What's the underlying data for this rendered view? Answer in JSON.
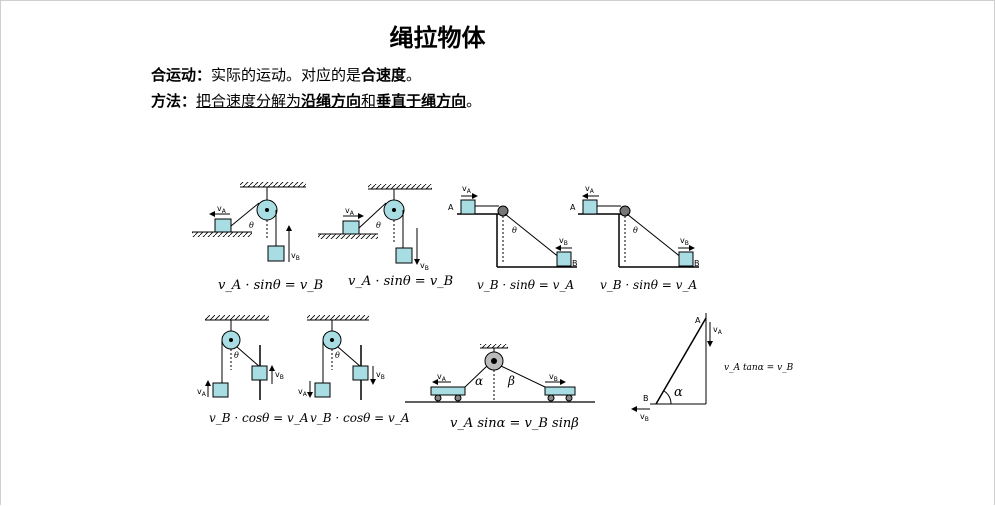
{
  "document": {
    "title": "绳拉物体",
    "line1": {
      "label": "合运动：",
      "text1": "实际的运动。对应的是",
      "bold": "合速度",
      "end": "。"
    },
    "line2": {
      "label": "方法：",
      "text1": "把合速度分解为",
      "bold1": "沿绳方向",
      "text2": "和",
      "bold2": "垂直于绳方向",
      "end": "。"
    }
  },
  "diagrams": {
    "d1": {
      "va": "v",
      "va_sub": "A",
      "vb": "v",
      "vb_sub": "B",
      "theta": "θ",
      "equation": "v_A · sinθ = v_B"
    },
    "d2": {
      "va": "v",
      "va_sub": "A",
      "vb": "v",
      "vb_sub": "B",
      "theta": "θ",
      "equation": "v_A · sinθ = v_B"
    },
    "d3": {
      "a": "A",
      "b": "B",
      "va": "v",
      "va_sub": "A",
      "vb": "v",
      "vb_sub": "B",
      "theta": "θ",
      "equation": "v_B · sinθ = v_A"
    },
    "d4": {
      "a": "A",
      "b": "B",
      "va": "v",
      "va_sub": "A",
      "vb": "v",
      "vb_sub": "B",
      "theta": "θ",
      "equation": "v_B · sinθ = v_A"
    },
    "d5": {
      "va": "v",
      "va_sub": "A",
      "vb": "v",
      "vb_sub": "B",
      "theta": "θ",
      "equation": "v_B · cosθ = v_A"
    },
    "d6": {
      "va": "v",
      "va_sub": "A",
      "vb": "v",
      "vb_sub": "B",
      "theta": "θ",
      "equation": "v_B · cosθ = v_A"
    },
    "d7": {
      "va": "v",
      "va_sub": "A",
      "vb": "v",
      "vb_sub": "B",
      "alpha": "α",
      "beta": "β",
      "equation": "v_A sinα = v_B sinβ"
    },
    "d8": {
      "a": "A",
      "b": "B",
      "va": "v",
      "va_sub": "A",
      "vb": "v",
      "vb_sub": "B",
      "alpha": "α",
      "equation": "v_A tanα = v_B"
    }
  }
}
